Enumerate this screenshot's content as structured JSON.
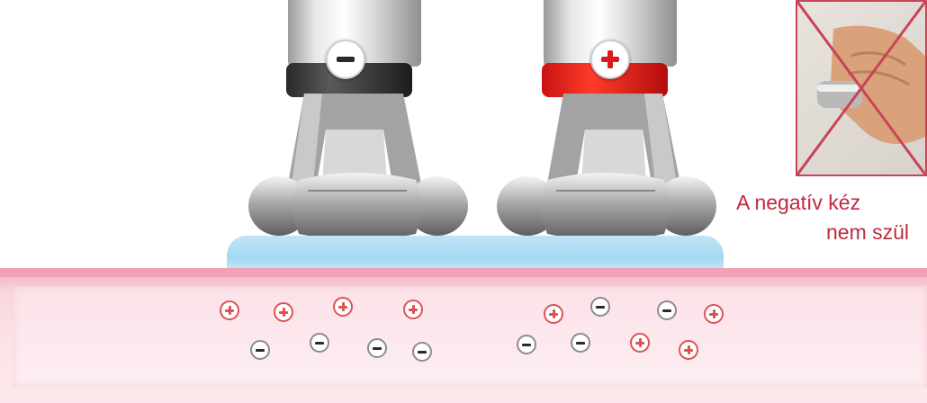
{
  "handles": [
    {
      "name": "negative-handle",
      "polarity": "-",
      "band_color": "#2a2a2a"
    },
    {
      "name": "positive-handle",
      "polarity": "+",
      "band_color": "#d81a1a"
    }
  ],
  "colors": {
    "positive_ion": "#e05252",
    "negative_ion": "#2a2a2a",
    "gel": "#a6d9f2",
    "skin": "#f8d6de",
    "cross": "#c94455",
    "caption": "#c0293f"
  },
  "ions": {
    "left_group": [
      "+",
      "+",
      "+",
      "+",
      "-",
      "-",
      "-",
      "-"
    ],
    "right_group": [
      "+",
      "-",
      "-",
      "+",
      "-",
      "-",
      "+",
      "+"
    ]
  },
  "warning_photo": {
    "icon": "hand-holding-electrode",
    "crossed_out": true
  },
  "caption": {
    "line1": "A negatív kéz",
    "line2": "nem szül"
  }
}
